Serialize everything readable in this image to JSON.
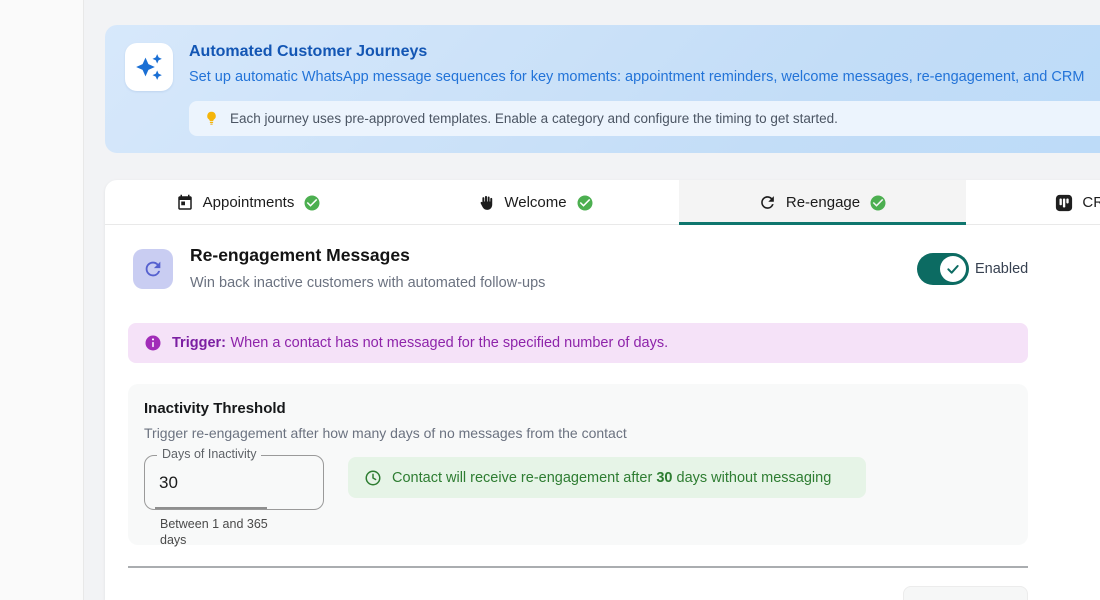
{
  "banner": {
    "icon": "sparkles-icon",
    "title": "Automated Customer Journeys",
    "subtitle": "Set up automatic WhatsApp message sequences for key moments: appointment reminders, welcome messages, re-engagement, and CRM",
    "tip": {
      "icon": "lightbulb-icon",
      "text": "Each journey uses pre-approved templates. Enable a category and configure the timing to get started."
    }
  },
  "tabs": [
    {
      "label": "Appointments",
      "icon": "calendar-icon",
      "status": "complete",
      "active": false
    },
    {
      "label": "Welcome",
      "icon": "wave-icon",
      "status": "complete",
      "active": false
    },
    {
      "label": "Re-engage",
      "icon": "refresh-icon",
      "status": "complete",
      "active": true
    },
    {
      "label": "CRM",
      "icon": "kanban-icon",
      "status": "none",
      "active": false
    }
  ],
  "section": {
    "icon": "refresh-icon",
    "title": "Re-engagement Messages",
    "subtitle": "Win back inactive customers with automated follow-ups",
    "toggle": {
      "state": "on",
      "label": "Enabled"
    }
  },
  "trigger": {
    "icon": "info-icon",
    "label_bold": "Trigger:",
    "text": "When a contact has not messaged for the specified number of days."
  },
  "threshold": {
    "title": "Inactivity Threshold",
    "description": "Trigger re-engagement after how many days of no messages from the contact",
    "input": {
      "label": "Days of Inactivity",
      "value": "30",
      "helper": "Between 1 and 365 days"
    },
    "notice": {
      "icon": "clock-icon",
      "prefix": "Contact will receive re-engagement after ",
      "days": "30",
      "suffix": " days without messaging"
    }
  },
  "colors": {
    "accent_teal": "#0f766e",
    "banner_blue_title": "#1356b4",
    "banner_blue_text": "#2273d8",
    "check_green": "#4caf50",
    "trigger_purple": "#8e24aa",
    "notice_green": "#2e7d32",
    "section_icon_indigo": "#5560cf"
  }
}
